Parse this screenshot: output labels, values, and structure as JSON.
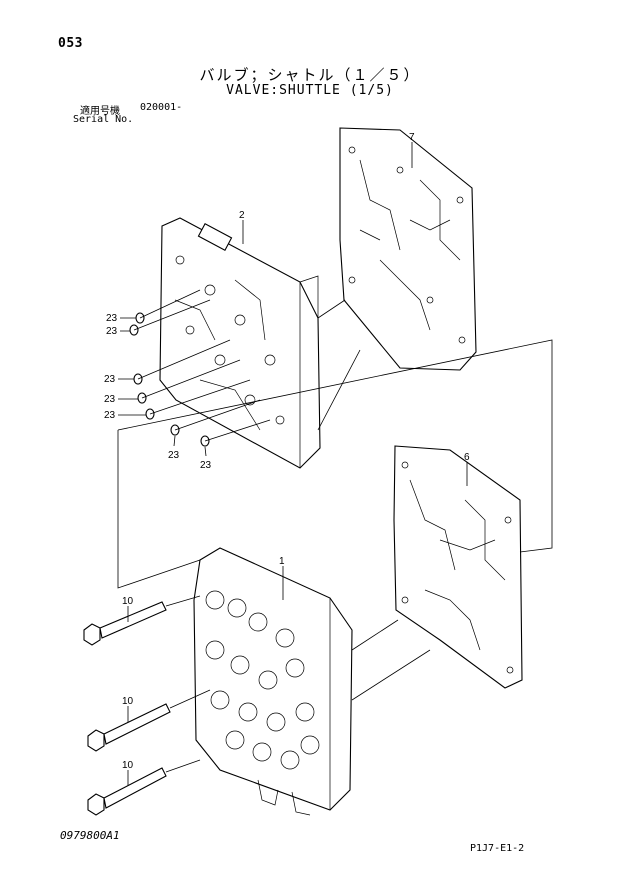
{
  "header": {
    "page_number": "053",
    "title_jp": "バルブ；シャトル（１／５）",
    "title_en": "VALVE:SHUTTLE (1/5)",
    "serial_label_jp": "適用号機",
    "serial_label_en": "Serial No.",
    "serial_value": "020001-"
  },
  "footer": {
    "drawing_number": "0979800A1",
    "page_code": "P1J7-E1-2"
  },
  "callouts": {
    "c1": "1",
    "c2": "2",
    "c6": "6",
    "c7": "7",
    "c10a": "10",
    "c10b": "10",
    "c10c": "10",
    "c23a": "23",
    "c23b": "23",
    "c23c": "23",
    "c23d": "23",
    "c23e": "23",
    "c23f": "23",
    "c23g": "23"
  }
}
